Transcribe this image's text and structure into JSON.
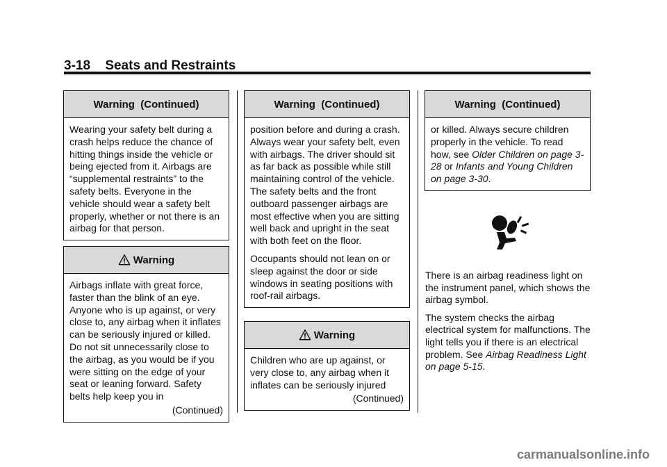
{
  "header": {
    "section_number": "3-18",
    "section_title": "Seats and Restraints"
  },
  "col1": {
    "box1": {
      "title": "Warning  (Continued)",
      "text": "Wearing your safety belt during a crash helps reduce the chance of hitting things inside the vehicle or being ejected from it. Airbags are “supplemental restraints” to the safety belts. Everyone in the vehicle should wear a safety belt properly, whether or not there is an airbag for that person."
    },
    "box2": {
      "title": "Warning",
      "text": "Airbags inflate with great force, faster than the blink of an eye. Anyone who is up against, or very close to, any airbag when it inflates can be seriously injured or killed. Do not sit unnecessarily close to the airbag, as you would be if you were sitting on the edge of your seat or leaning forward. Safety belts help keep you in",
      "continued": "(Continued)"
    }
  },
  "col2": {
    "box1": {
      "title": "Warning  (Continued)",
      "p1": "position before and during a crash. Always wear your safety belt, even with airbags. The driver should sit as far back as possible while still maintaining control of the vehicle. The safety belts and the front outboard passenger airbags are most effective when you are sitting well back and upright in the seat with both feet on the floor.",
      "p2": "Occupants should not lean on or sleep against the door or side windows in seating positions with roof-rail airbags."
    },
    "box2": {
      "title": "Warning",
      "text": "Children who are up against, or very close to, any airbag when it inflates can be seriously injured",
      "continued": "(Continued)"
    }
  },
  "col3": {
    "box1": {
      "title": "Warning  (Continued)",
      "text_a": "or killed. Always secure children properly in the vehicle. To read how, see ",
      "link1": "Older Children on page 3-28",
      "text_b": " or ",
      "link2": "Infants and Young Children on page 3-30",
      "text_c": "."
    },
    "symbol_icon": "airbag-readiness-symbol",
    "para1": "There is an airbag readiness light on the instrument panel, which shows the airbag symbol.",
    "para2_a": "The system checks the airbag electrical system for malfunctions. The light tells you if there is an electrical problem. See ",
    "para2_link": "Airbag Readiness Light on page 5-15",
    "para2_b": "."
  },
  "watermark": "carmanualsonline.info",
  "colors": {
    "box_header_bg": "#d9d9d9",
    "text": "#111111",
    "watermark": "#7a7a7a"
  }
}
